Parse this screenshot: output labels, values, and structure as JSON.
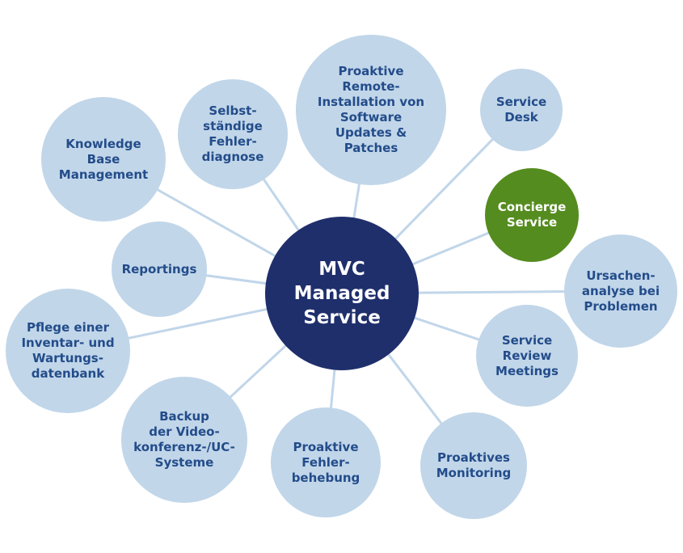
{
  "colors": {
    "hub": "#1f2f6c",
    "satellite": "#c1d6e9",
    "accent": "#558c1f",
    "satellite_text": "#234c8a",
    "connector": "#c1d6e9"
  },
  "hub": {
    "label": "MVC\nManaged\nService"
  },
  "nodes": [
    {
      "id": "knowledge",
      "label": "Knowledge\nBase\nManagement"
    },
    {
      "id": "selbst",
      "label": "Selbst-\nständige\nFehler-\ndiagnose"
    },
    {
      "id": "proaktive-remote",
      "label": "Proaktive\nRemote-\nInstallation von\nSoftware\nUpdates &\nPatches"
    },
    {
      "id": "service-desk",
      "label": "Service\nDesk"
    },
    {
      "id": "concierge",
      "label": "Concierge\nService",
      "accent": true
    },
    {
      "id": "ursachen",
      "label": "Ursachen-\nanalyse bei\nProblemen"
    },
    {
      "id": "service-review",
      "label": "Service\nReview\nMeetings"
    },
    {
      "id": "monitoring",
      "label": "Proaktives\nMonitoring"
    },
    {
      "id": "fehlerbehebung",
      "label": "Proaktive\nFehler-\nbehebung"
    },
    {
      "id": "backup",
      "label": "Backup\nder Video-\nkonferenz-/UC-\nSysteme"
    },
    {
      "id": "pflege",
      "label": "Pflege einer\nInventar- und\nWartungs-\ndatenbank"
    },
    {
      "id": "reportings",
      "label": "Reportings"
    }
  ]
}
